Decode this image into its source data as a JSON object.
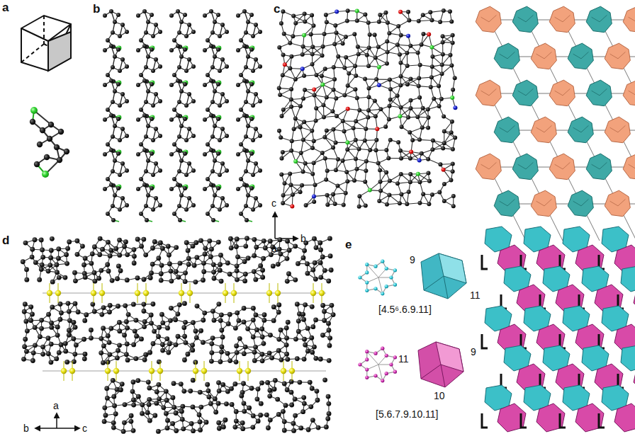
{
  "diagram": {
    "labels": [
      "a",
      "b",
      "c",
      "c",
      "b",
      "a",
      "d",
      "a",
      "b",
      "c",
      "e",
      "9",
      "11",
      "[4.5⁶.6.9.11]",
      "11",
      "9",
      "10",
      "[5.6.7.9.10.11]"
    ]
  }
}
